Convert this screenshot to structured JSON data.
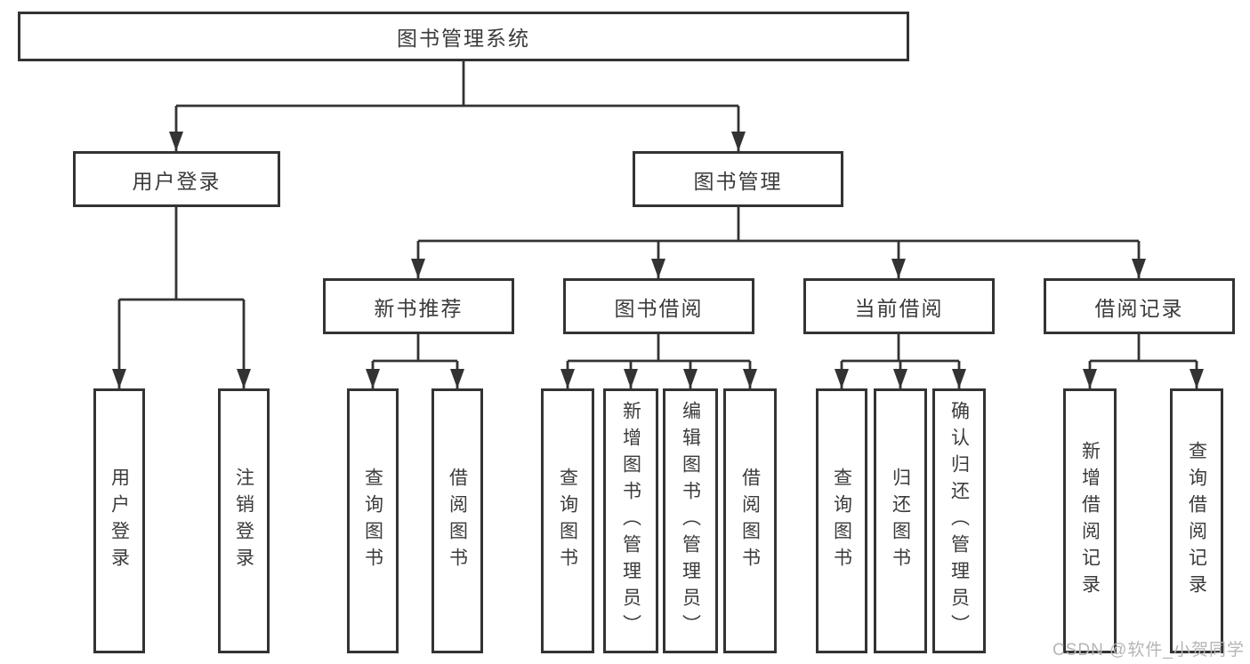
{
  "diagram_type": "functional-structure-tree",
  "colors": {
    "line": "#333333",
    "box_border": "#333333",
    "box_fill": "#ffffff",
    "text": "#3b3b3b",
    "watermark": "#b5b5b5"
  },
  "watermark": {
    "text": "CSDN @软件_小贺同学"
  },
  "tree": {
    "label": "图书管理系统",
    "children": [
      {
        "label": "用户登录",
        "children": [
          {
            "label": "用户登录"
          },
          {
            "label": "注销登录"
          }
        ]
      },
      {
        "label": "图书管理",
        "children": [
          {
            "label": "新书推荐",
            "children": [
              {
                "label": "查询图书"
              },
              {
                "label": "借阅图书"
              }
            ]
          },
          {
            "label": "图书借阅",
            "children": [
              {
                "label": "查询图书"
              },
              {
                "label": "新增图书（管理员）"
              },
              {
                "label": "编辑图书（管理员）"
              },
              {
                "label": "借阅图书"
              }
            ]
          },
          {
            "label": "当前借阅",
            "children": [
              {
                "label": "查询图书"
              },
              {
                "label": "归还图书"
              },
              {
                "label": "确认归还（管理员）"
              }
            ]
          },
          {
            "label": "借阅记录",
            "children": [
              {
                "label": "新增借阅记录"
              },
              {
                "label": "查询借阅记录"
              }
            ]
          }
        ]
      }
    ]
  }
}
